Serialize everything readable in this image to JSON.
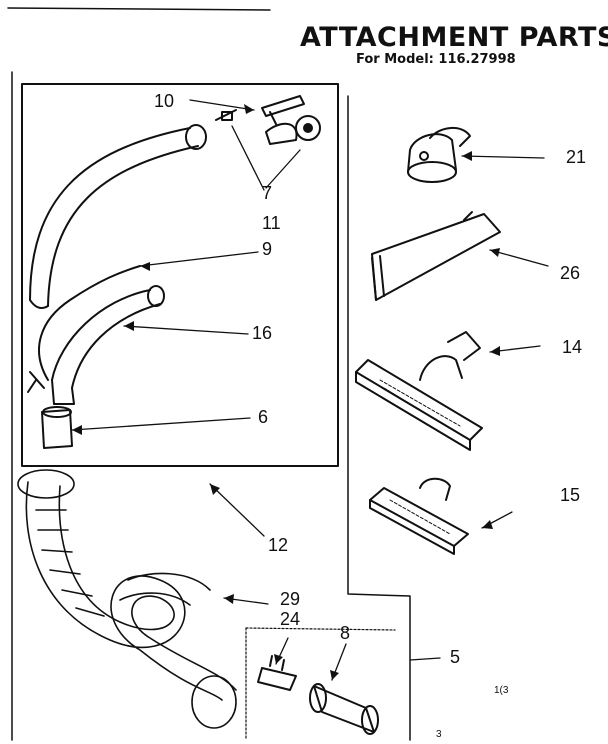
{
  "header": {
    "title": "ATTACHMENT PARTS",
    "subtitle": "For Model: 116.27998"
  },
  "callouts": {
    "c10": "10",
    "c7": "7",
    "c11": "11",
    "c9": "9",
    "c16": "16",
    "c6": "6",
    "c12": "12",
    "c21": "21",
    "c26": "26",
    "c14": "14",
    "c15": "15",
    "c29": "29",
    "c24": "24",
    "c8": "8",
    "c5": "5"
  },
  "page_marks": {
    "corner_code": "1(3",
    "bottom_mark": "3"
  }
}
